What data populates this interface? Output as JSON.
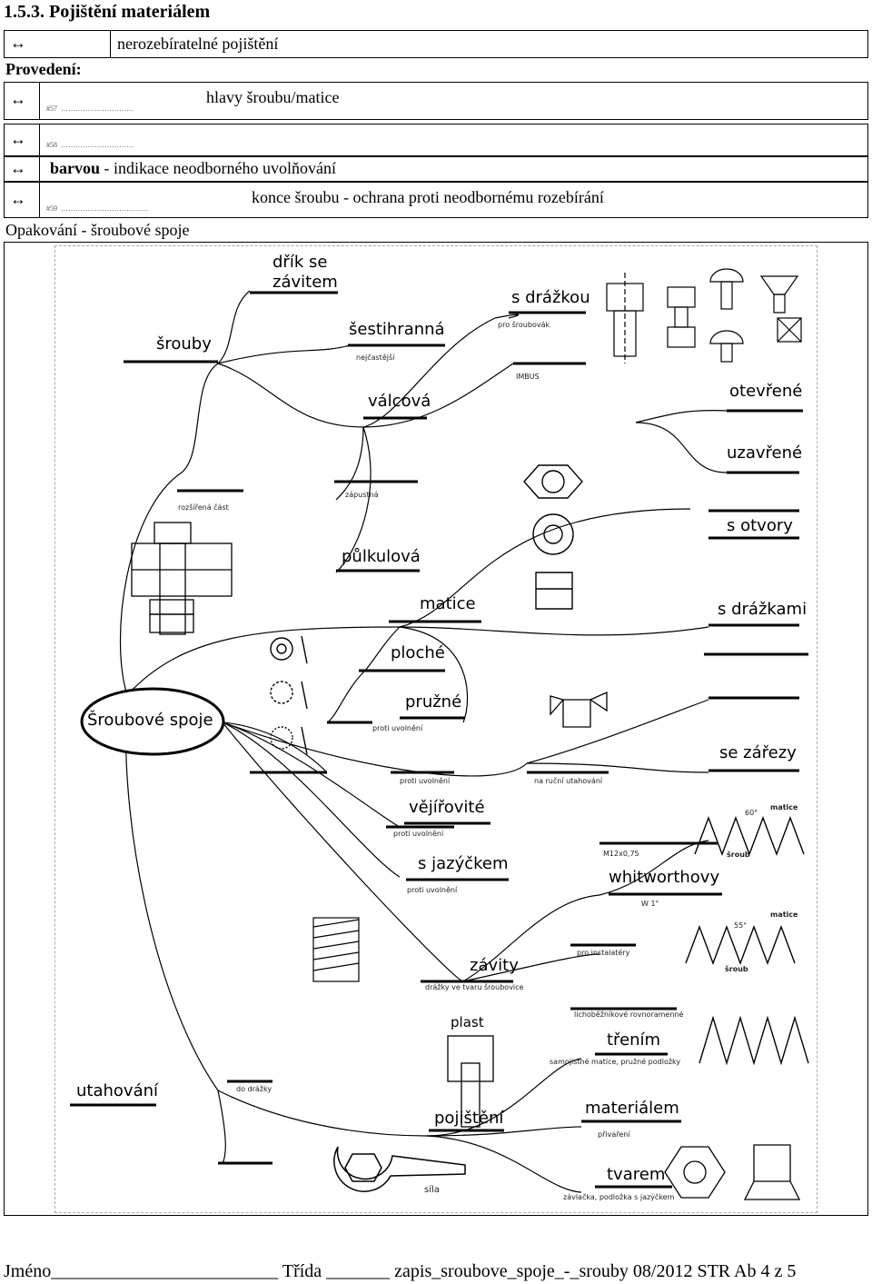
{
  "heading": "1.5.3. Pojištění materiálem",
  "arrow": "↔",
  "row1": {
    "text": "nerozebíratelné pojištění"
  },
  "provedeni": "Provedení:",
  "row2": {
    "num": "#57",
    "dots": "…………………………",
    "text": "hlavy šroubu/matice"
  },
  "row3": {
    "num": "#58",
    "dots": "…………………………"
  },
  "row4": {
    "bold": "barvou",
    "text": " - indikace neodborného uvolňování"
  },
  "row5": {
    "num": "#59",
    "dots": "………………………………",
    "text": "konce šroubu - ochrana proti neodbornému rozebírání"
  },
  "opakovani": "Opakování - šroubové spoje",
  "mindmap": {
    "center": "Šroubové spoje",
    "labels": {
      "drik": "dřík se závitem",
      "srouby": "šrouby",
      "sestihranna": "šestihranná",
      "nejcastejsi": "nejčastější",
      "s_drazkou": "s drážkou",
      "pro_sroubovak": "pro šroubovák",
      "imbus": "IMBUS",
      "valcova": "válcová",
      "otevrene": "otevřené",
      "uzavrene": "uzavřené",
      "zapustna": "zápustná",
      "rozsirena": "rozšířená část",
      "s_otvory": "s otvory",
      "pulkulova": "půlkulová",
      "matice": "matice",
      "s_drazkami": "s drážkami",
      "ploche": "ploché",
      "pruzne": "pružné",
      "proti_uvolneni": "proti uvolnění",
      "se_zarezy": "se zářezy",
      "na_rucni": "na ruční utahování",
      "vejirovite": "vějířovité",
      "s_jazyckem": "s jazýčkem",
      "whitworthovy": "whitworthovy",
      "m12": "M12x0,75",
      "w1": "W 1\"",
      "pro_instalatery": "pro instalatéry",
      "zavity": "závity",
      "drazky_sroubovice": "drážky ve tvaru šroubovice",
      "plast": "plast",
      "lichobeznik": "lichoběžníkové rovnoramenné",
      "treni": "třením",
      "samojistne": "samojistné matice, pružné podložky",
      "utahovani": "utahování",
      "do_drazky": "do drážky",
      "pojisteni": "pojištění",
      "materialem": "materiálem",
      "privareni": "přivaření",
      "tvarem": "tvarem",
      "zavlacka": "závlačka, podložka s jazýčkem",
      "sila": "síla",
      "matice_tag": "matice",
      "sroub_tag": "šroub",
      "deg60": "60°",
      "deg55": "55°"
    }
  },
  "footer": {
    "text": "Jméno_________________________ Třída _______   zapis_sroubove_spoje_-_srouby 08/2012 STR Ab 4 z 5"
  }
}
